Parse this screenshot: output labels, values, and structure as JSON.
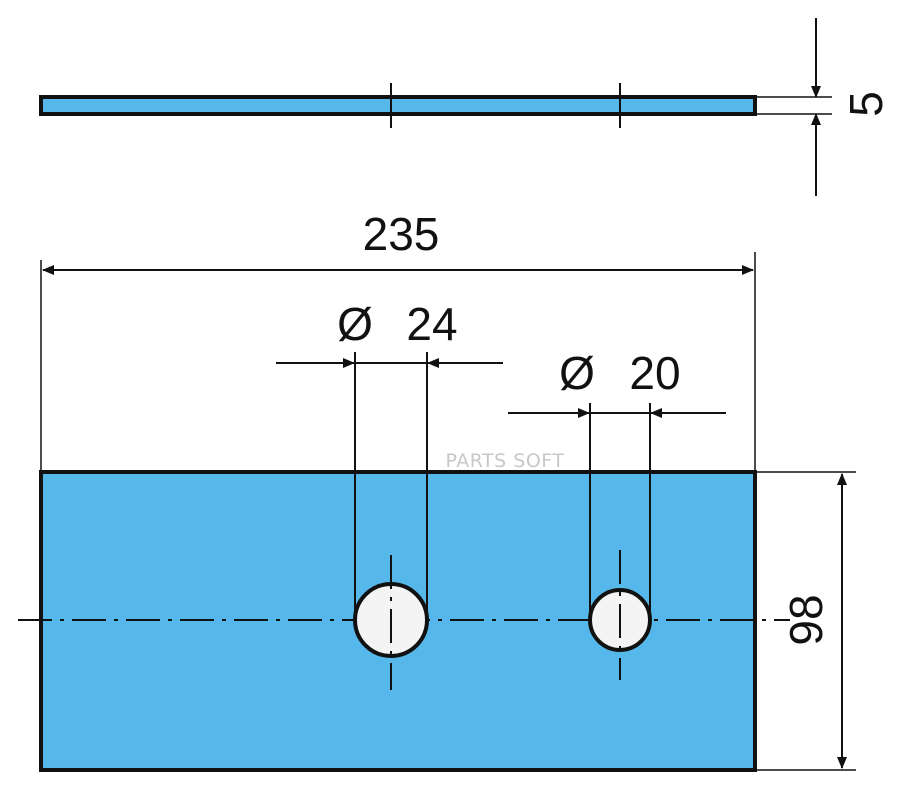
{
  "colors": {
    "plate_fill": "#55b7ea",
    "hole_fill": "#f4f4f4",
    "outline": "#111111",
    "watermark": "#c8c8c8"
  },
  "dimensions": {
    "length": "235",
    "thickness": "5",
    "width": "98",
    "hole_large": {
      "symbol": "Ø",
      "value": "24"
    },
    "hole_small": {
      "symbol": "Ø",
      "value": "20"
    }
  },
  "watermark": "PARTS SOFT"
}
